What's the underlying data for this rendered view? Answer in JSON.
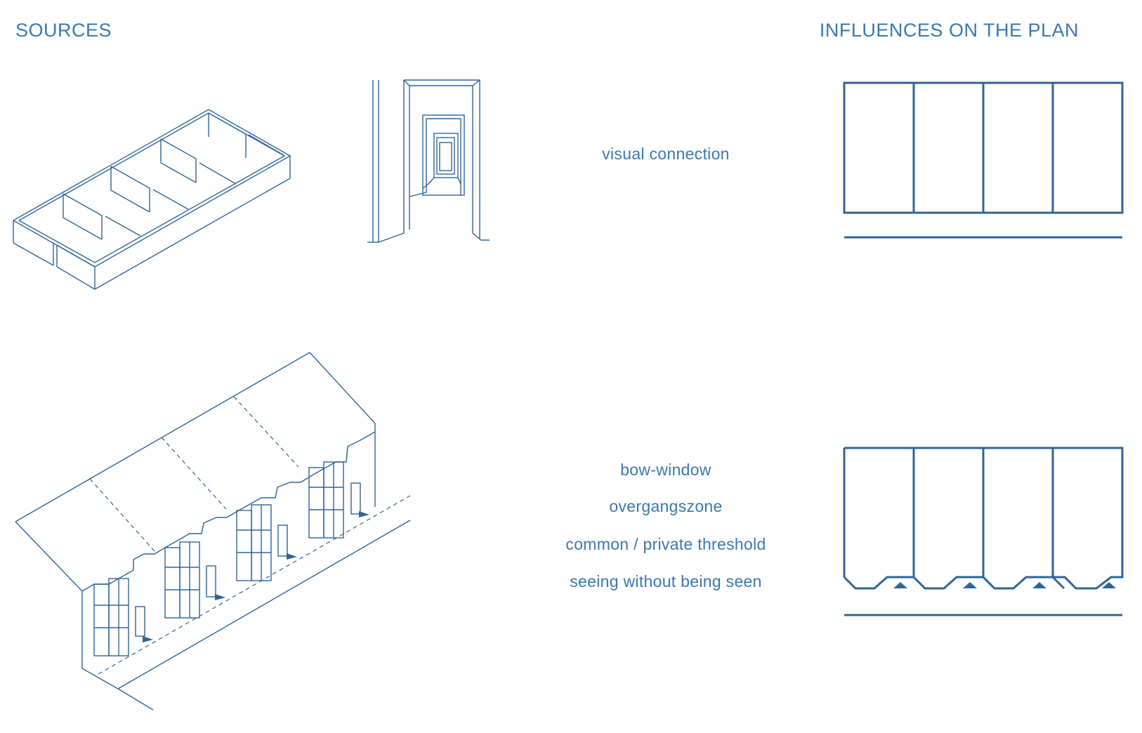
{
  "headings": {
    "sources": "SOURCES",
    "influences": "INFLUENCES ON THE PLAN"
  },
  "rows": [
    {
      "labels": [
        "visual connection"
      ]
    },
    {
      "labels": [
        "bow-window",
        "overgangszone",
        "common / private threshold",
        "seeing without being seen"
      ]
    }
  ],
  "colors": {
    "text": "#3a78ad",
    "line": "#2f6497",
    "background": "#ffffff"
  }
}
